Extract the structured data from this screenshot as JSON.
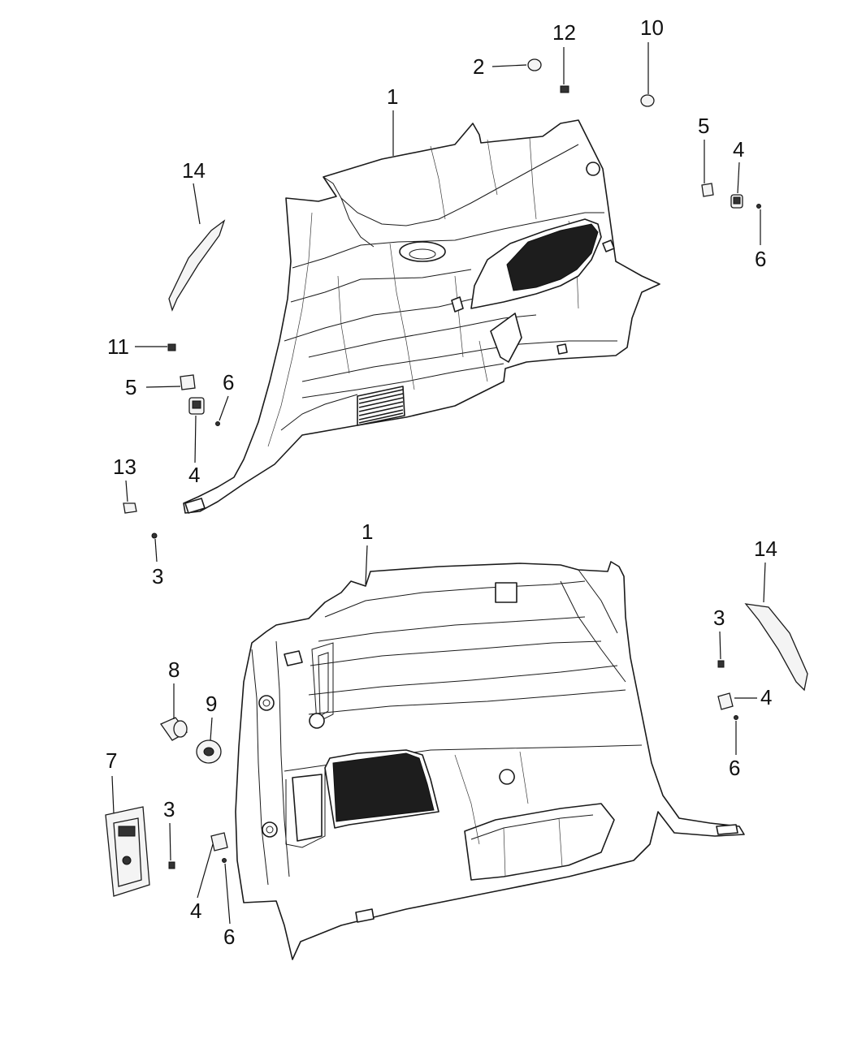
{
  "diagram": {
    "callouts": [
      {
        "id": "upper-1",
        "label": "1"
      },
      {
        "id": "upper-2",
        "label": "2"
      },
      {
        "id": "upper-12",
        "label": "12"
      },
      {
        "id": "upper-10",
        "label": "10"
      },
      {
        "id": "upper-5r",
        "label": "5"
      },
      {
        "id": "upper-4r",
        "label": "4"
      },
      {
        "id": "upper-6r",
        "label": "6"
      },
      {
        "id": "upper-14",
        "label": "14"
      },
      {
        "id": "upper-11",
        "label": "11"
      },
      {
        "id": "upper-5l",
        "label": "5"
      },
      {
        "id": "upper-6l",
        "label": "6"
      },
      {
        "id": "upper-4l",
        "label": "4"
      },
      {
        "id": "upper-13",
        "label": "13"
      },
      {
        "id": "upper-3",
        "label": "3"
      },
      {
        "id": "lower-1",
        "label": "1"
      },
      {
        "id": "lower-14",
        "label": "14"
      },
      {
        "id": "lower-3r",
        "label": "3"
      },
      {
        "id": "lower-4r",
        "label": "4"
      },
      {
        "id": "lower-6r",
        "label": "6"
      },
      {
        "id": "lower-8",
        "label": "8"
      },
      {
        "id": "lower-9",
        "label": "9"
      },
      {
        "id": "lower-7",
        "label": "7"
      },
      {
        "id": "lower-3l",
        "label": "3"
      },
      {
        "id": "lower-4l",
        "label": "4"
      },
      {
        "id": "lower-6l",
        "label": "6"
      }
    ]
  }
}
